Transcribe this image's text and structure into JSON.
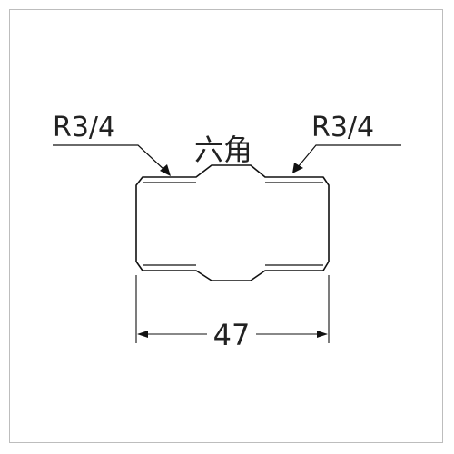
{
  "drawing": {
    "thread_left_label": "R3/4",
    "thread_right_label": "R3/4",
    "hex_label": "六角",
    "length_value": "47"
  }
}
